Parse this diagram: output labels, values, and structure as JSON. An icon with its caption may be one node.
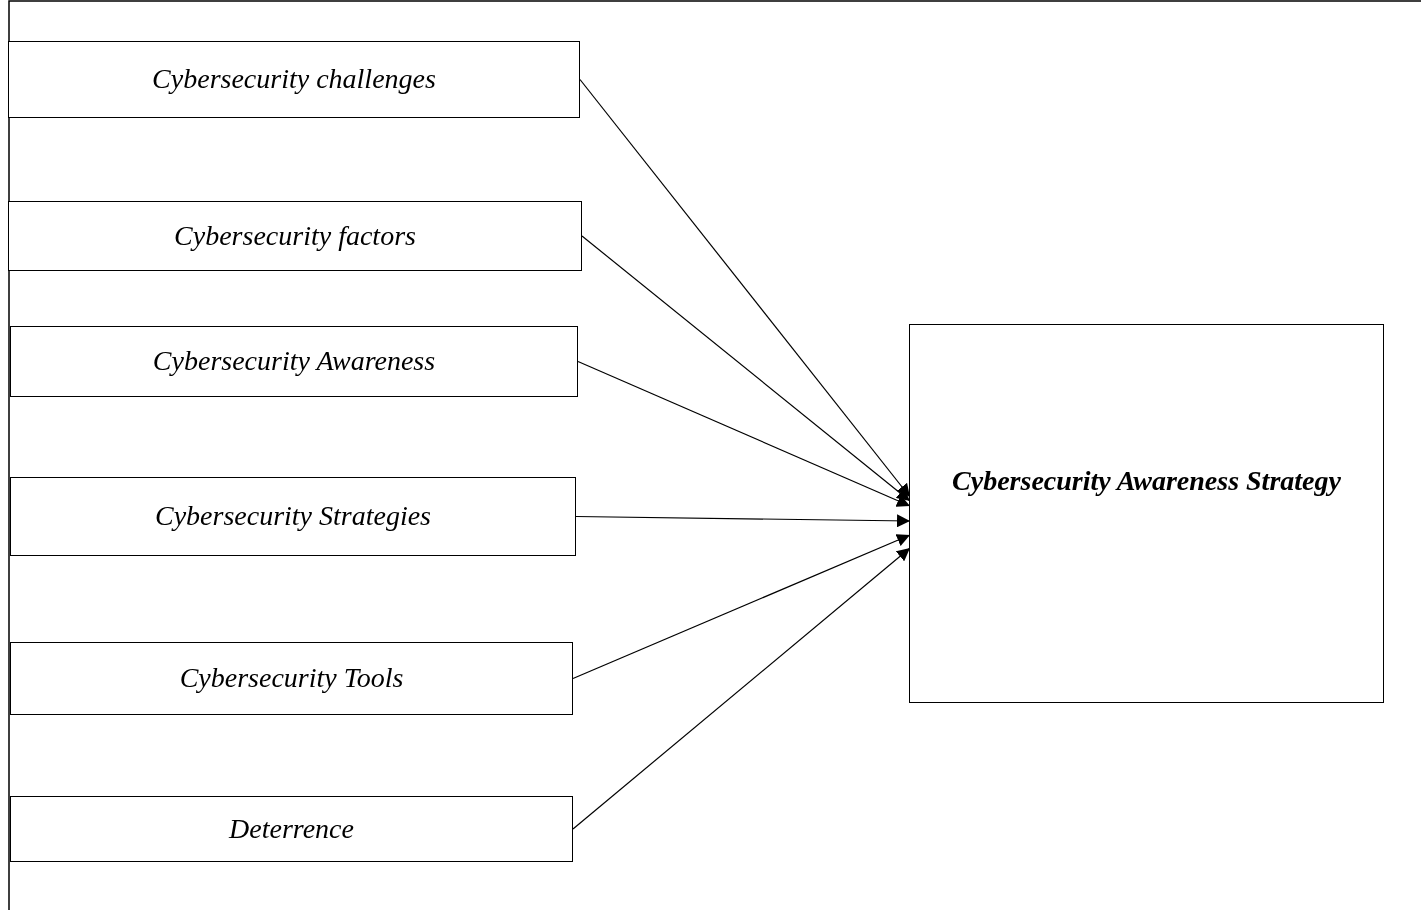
{
  "diagram": {
    "nodes": [
      {
        "text": [
          "Cybersecurity challenges"
        ]
      },
      {
        "text": [
          "Cybersecurity factors"
        ]
      },
      {
        "text": [
          "Cybersecurity Awareness"
        ]
      },
      {
        "text": [
          "Cybersecurity Strategies"
        ]
      },
      {
        "text": [
          "Cybersecurity Tools"
        ]
      },
      {
        "text": [
          "Deterrence"
        ]
      },
      {
        "text": [
          "Cybersecurity Awareness Strategy"
        ]
      }
    ],
    "edges": [
      {
        "from": 0,
        "to": 6,
        "arrow": "to"
      },
      {
        "from": 1,
        "to": 6,
        "arrow": "to"
      },
      {
        "from": 2,
        "to": 6,
        "arrow": "to"
      },
      {
        "from": 3,
        "to": 6,
        "arrow": "to"
      },
      {
        "from": 4,
        "to": 6,
        "arrow": "to"
      },
      {
        "from": 5,
        "to": 6,
        "arrow": "to"
      }
    ]
  }
}
